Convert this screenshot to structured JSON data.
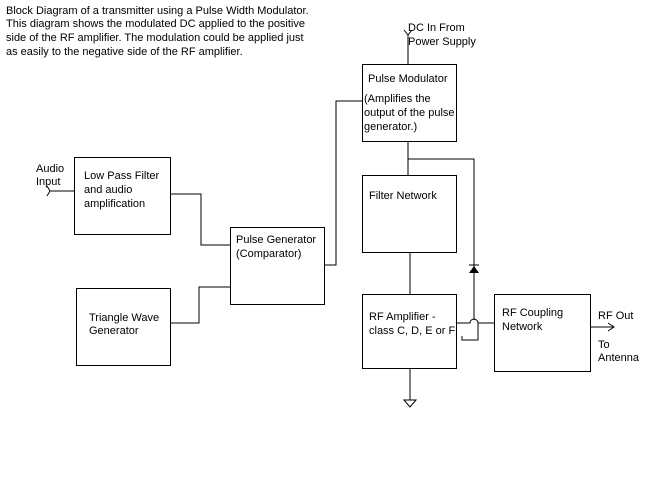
{
  "caption": [
    "Block Diagram of a transmitter using a Pulse Width Modulator.",
    "This diagram shows the modulated DC applied to the positive",
    "side of the RF amplifier.  The modulation could be applied just",
    "as easily to the negative side of the RF amplifier."
  ],
  "terminals": {
    "audio_input": [
      "Audio",
      "Input"
    ],
    "dc_in": [
      "DC In From",
      "Power Supply"
    ],
    "rf_out": "RF Out",
    "to_antenna": [
      "To",
      "Antenna"
    ]
  },
  "blocks": {
    "low_pass_filter": [
      "Low Pass Filter",
      "and audio",
      "amplification"
    ],
    "triangle_wave": [
      "Triangle Wave",
      "Generator"
    ],
    "pulse_generator": [
      "Pulse Generator",
      "(Comparator)"
    ],
    "pulse_modulator_title": "Pulse Modulator",
    "pulse_modulator_note": [
      "(Amplifies the",
      "output of the pulse",
      "generator.)"
    ],
    "filter_network": "Filter Network",
    "rf_amplifier": [
      "RF Amplifier -",
      "class C, D, E or F"
    ],
    "rf_coupling": [
      "RF Coupling",
      "Network"
    ]
  }
}
